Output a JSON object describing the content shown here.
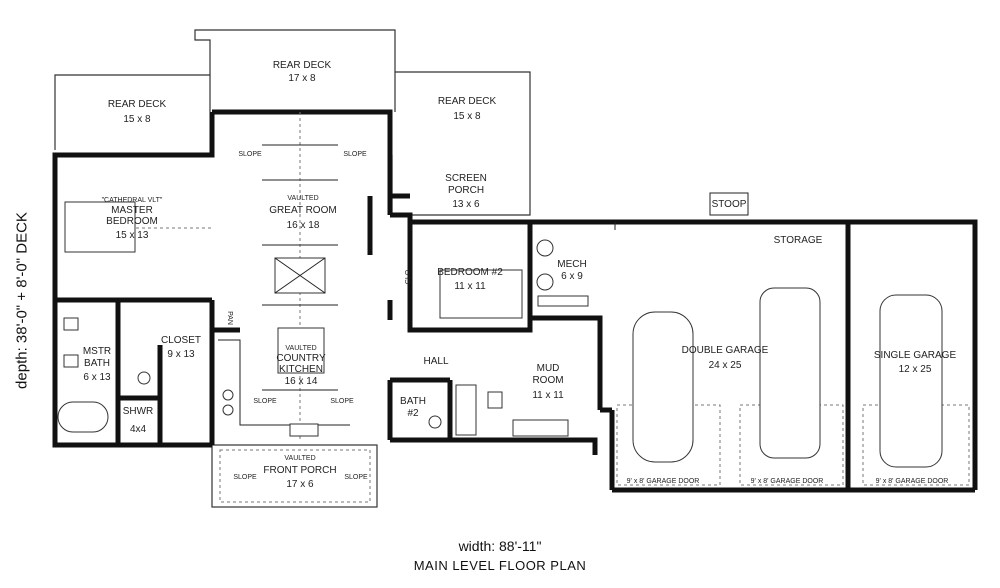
{
  "rooms": {
    "rear_deck_center": {
      "name": "REAR DECK",
      "size": "17 x 8"
    },
    "rear_deck_left": {
      "name": "REAR DECK",
      "size": "15 x 8"
    },
    "rear_deck_right": {
      "name": "REAR DECK",
      "size": "15 x 8"
    },
    "master_bedroom": {
      "note": "\"CATHEDRAL VLT\"",
      "name1": "MASTER",
      "name2": "BEDROOM",
      "size": "15 x 13"
    },
    "great_room": {
      "name1": "VAULTED",
      "name2": "GREAT ROOM",
      "size": "16 x 18"
    },
    "screen_porch": {
      "name1": "SCREEN",
      "name2": "PORCH",
      "size": "13 x 6"
    },
    "stoop": {
      "name": "STOOP"
    },
    "storage": {
      "name": "STORAGE"
    },
    "bedroom2": {
      "name": "BEDROOM #2",
      "size": "11 x 11"
    },
    "clo": {
      "name": "CLO"
    },
    "mech": {
      "name": "MECH",
      "size": "6 x 9"
    },
    "pan": {
      "name": "PAN"
    },
    "mstr_bath": {
      "name1": "MSTR",
      "name2": "BATH",
      "size": "6 x 13"
    },
    "closet": {
      "name": "CLOSET",
      "size": "9 x 13"
    },
    "kitchen": {
      "name1": "VAULTED",
      "name2": "COUNTRY",
      "name3": "KITCHEN",
      "size": "16 x 14"
    },
    "hall": {
      "name": "HALL"
    },
    "mud_room": {
      "name1": "MUD",
      "name2": "ROOM",
      "size": "11 x 11"
    },
    "bath2": {
      "name1": "BATH",
      "name2": "#2"
    },
    "shwr": {
      "name": "SHWR",
      "size": "4x4"
    },
    "double_garage": {
      "name": "DOUBLE GARAGE",
      "size": "24 x 25"
    },
    "single_garage": {
      "name": "SINGLE GARAGE",
      "size": "12 x 25"
    },
    "front_porch": {
      "name1": "VAULTED",
      "name2": "FRONT PORCH",
      "size": "17 x 6"
    }
  },
  "garage_doors": [
    "9' x 8' GARAGE DOOR",
    "9' x 8' GARAGE DOOR",
    "9' x 8' GARAGE DOOR"
  ],
  "slope_label": "SLOPE",
  "dimensions": {
    "depth": "depth: 38'-0\" + 8'-0\" DECK",
    "width": "width: 88'-11\""
  },
  "title": "MAIN LEVEL FLOOR PLAN"
}
